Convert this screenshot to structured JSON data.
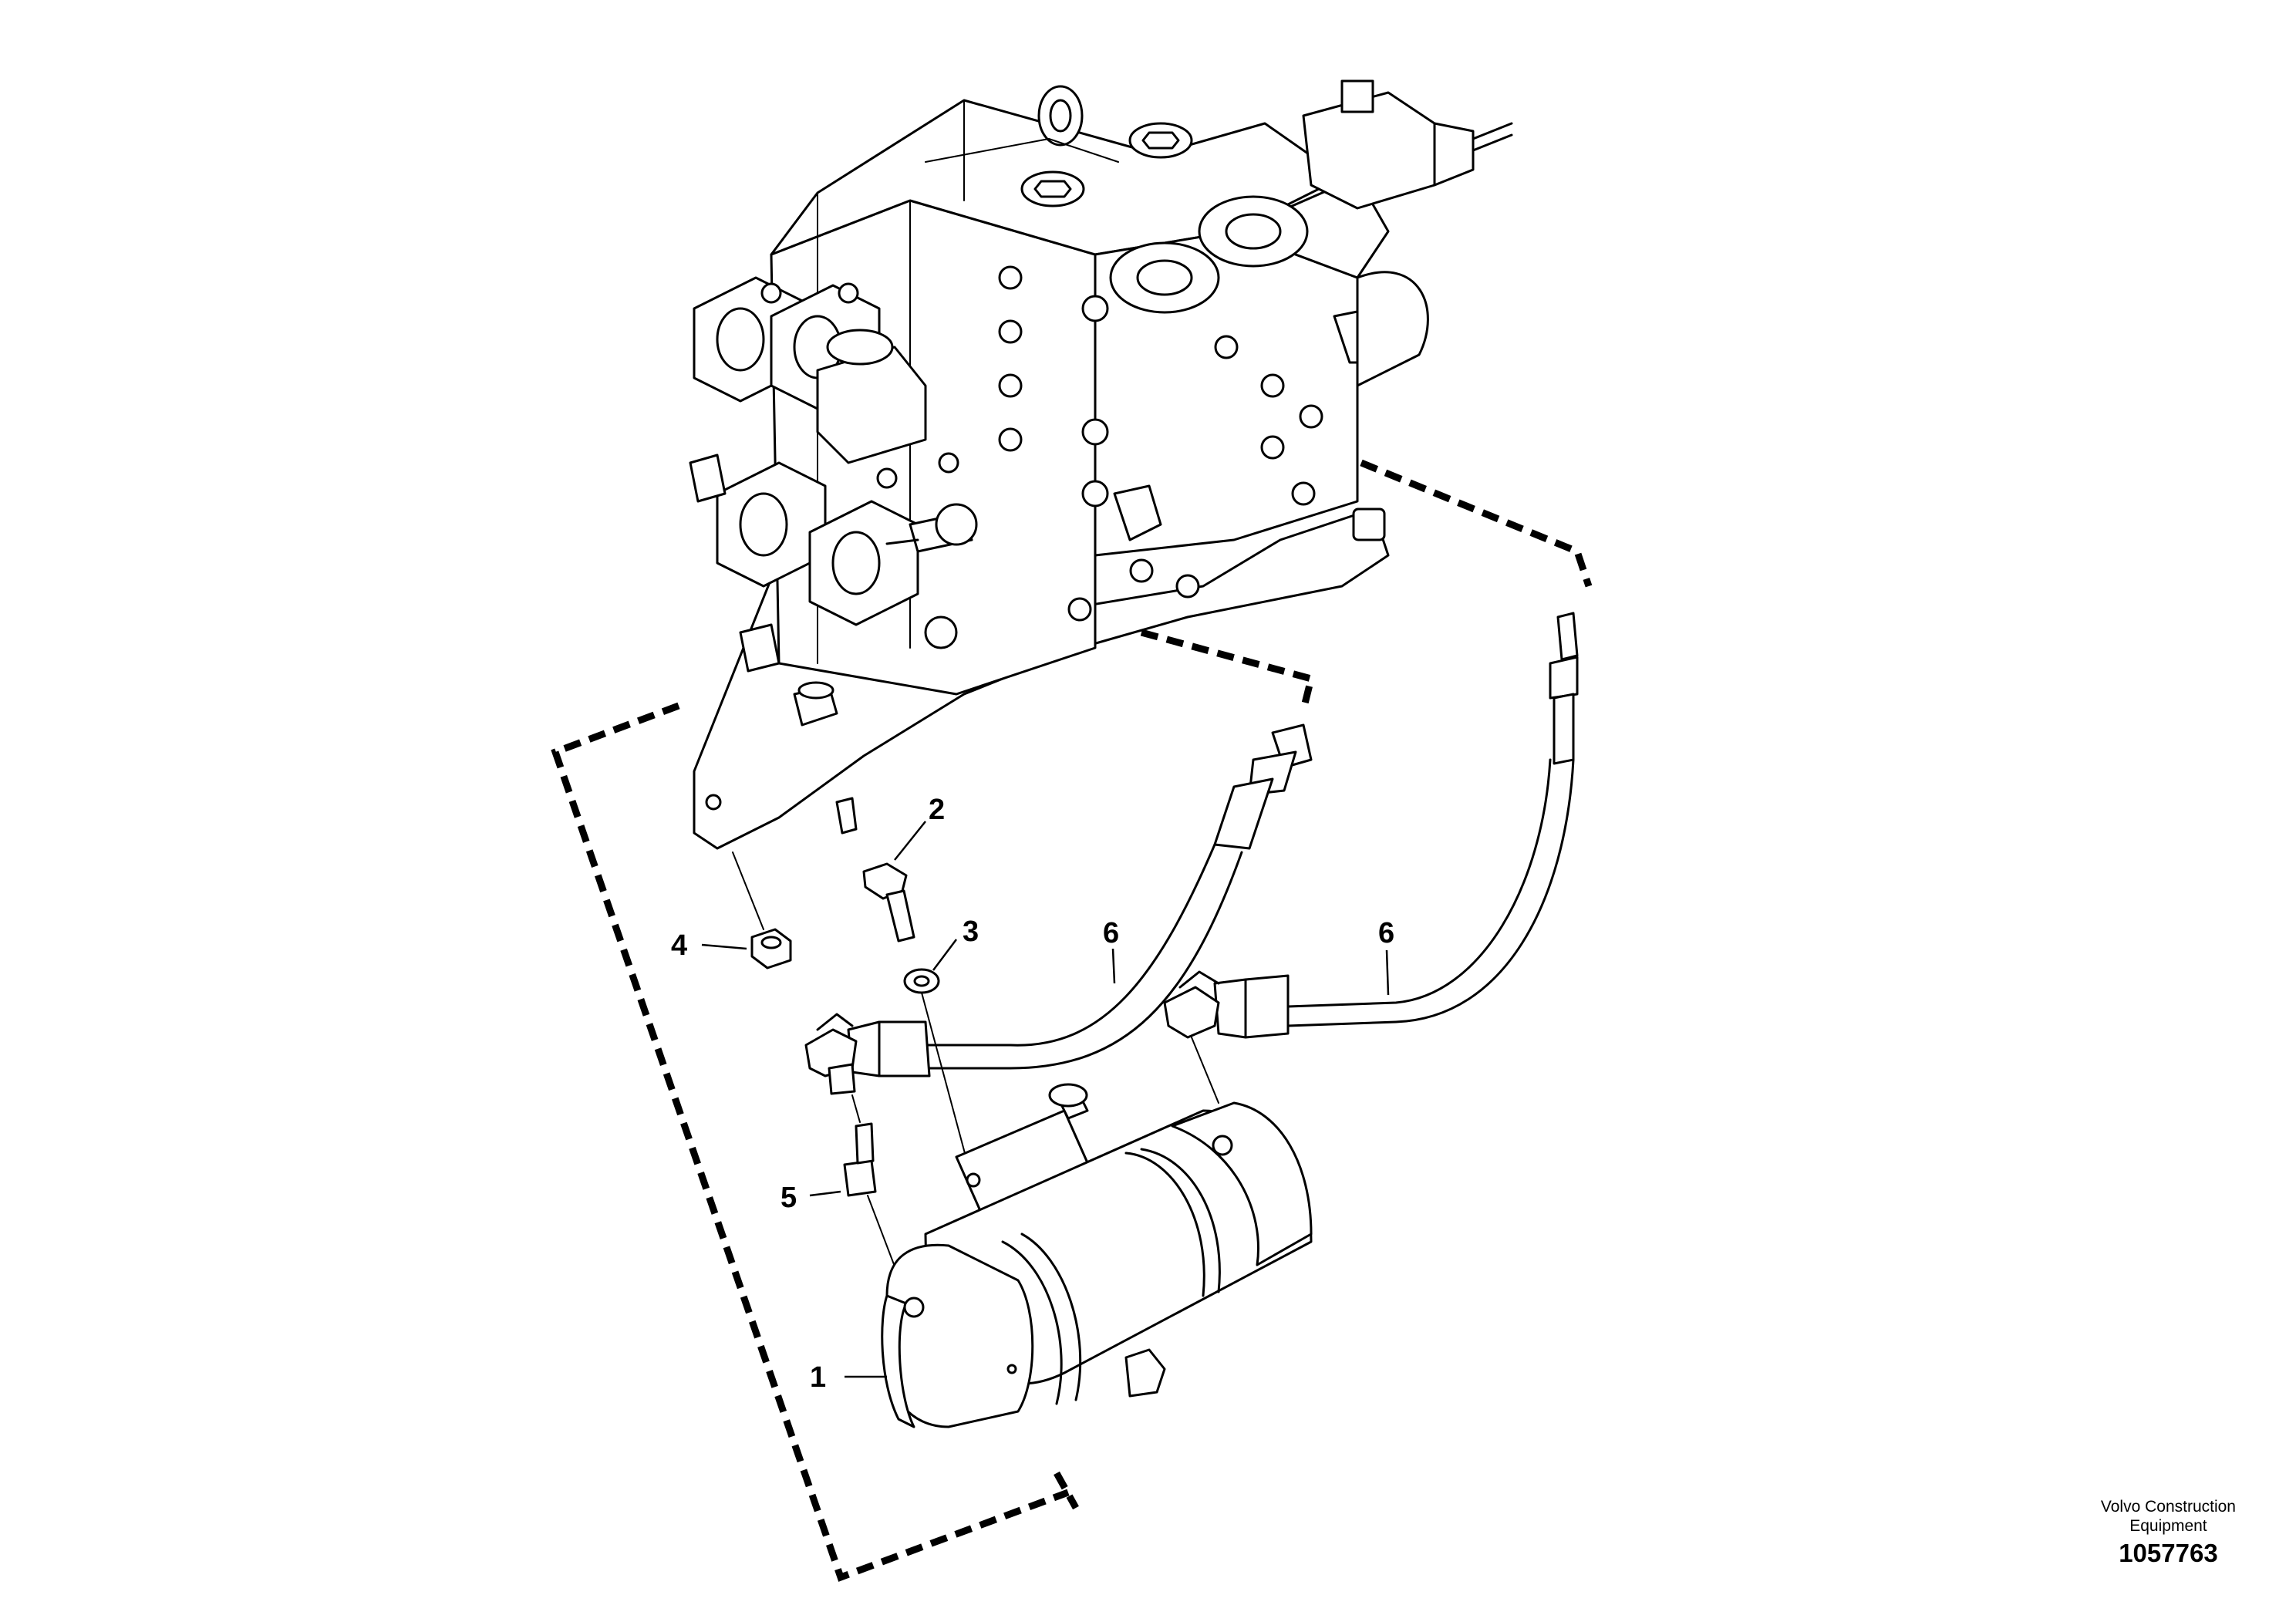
{
  "diagram": {
    "callouts": [
      {
        "id": "c1",
        "label": "1"
      },
      {
        "id": "c2",
        "label": "2"
      },
      {
        "id": "c3",
        "label": "3"
      },
      {
        "id": "c4",
        "label": "4"
      },
      {
        "id": "c5",
        "label": "5"
      },
      {
        "id": "c6a",
        "label": "6"
      },
      {
        "id": "c6b",
        "label": "6"
      }
    ]
  },
  "footer": {
    "brand_line1": "Volvo Construction",
    "brand_line2": "Equipment",
    "doc_number": "1057763"
  }
}
